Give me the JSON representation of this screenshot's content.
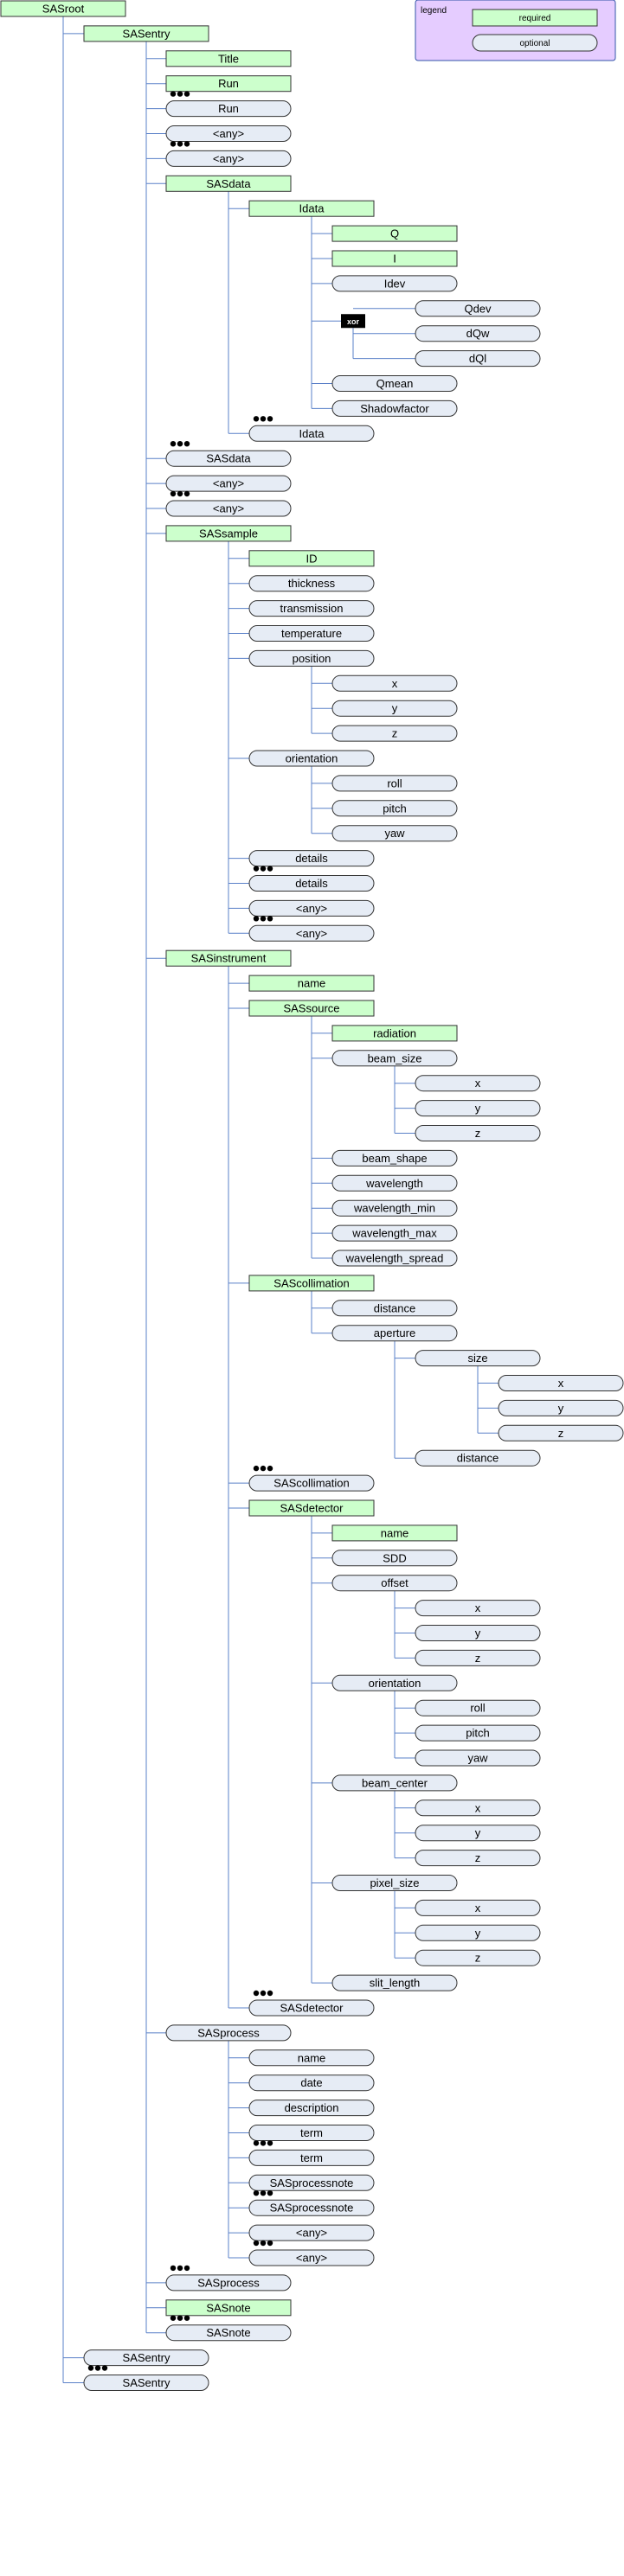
{
  "legend": {
    "title": "legend",
    "required_label": "required",
    "optional_label": "optional",
    "required_color": "#ccffcc",
    "optional_color": "#e6ecf5",
    "background_color": "#e5ccff",
    "line_color": "#5a80c8"
  },
  "xor_label": "xor",
  "nodes": [
    {
      "id": "sasroot",
      "label": "SASroot",
      "kind": "required",
      "level": 0,
      "row": 0
    },
    {
      "id": "sasentry",
      "label": "SASentry",
      "kind": "required",
      "level": 1,
      "row": 1
    },
    {
      "id": "title",
      "label": "Title",
      "kind": "required",
      "level": 2,
      "row": 2
    },
    {
      "id": "run-1",
      "label": "Run",
      "kind": "required",
      "level": 2,
      "row": 3
    },
    {
      "id": "run-2",
      "label": "Run",
      "kind": "optional",
      "level": 2,
      "row": 4,
      "dots": true
    },
    {
      "id": "any-1",
      "label": "<any>",
      "kind": "optional",
      "level": 2,
      "row": 5
    },
    {
      "id": "any-2",
      "label": "<any>",
      "kind": "optional",
      "level": 2,
      "row": 6,
      "dots": true
    },
    {
      "id": "sasdata",
      "label": "SASdata",
      "kind": "required",
      "level": 2,
      "row": 7
    },
    {
      "id": "idata",
      "label": "Idata",
      "kind": "required",
      "level": 3,
      "row": 8
    },
    {
      "id": "q",
      "label": "Q",
      "kind": "required",
      "level": 4,
      "row": 9
    },
    {
      "id": "i",
      "label": "I",
      "kind": "required",
      "level": 4,
      "row": 10
    },
    {
      "id": "idev",
      "label": "Idev",
      "kind": "optional",
      "level": 4,
      "row": 11
    },
    {
      "id": "qdev",
      "label": "Qdev",
      "kind": "optional",
      "level": 5,
      "row": 12
    },
    {
      "id": "dqw",
      "label": "dQw",
      "kind": "optional",
      "level": 5,
      "row": 13
    },
    {
      "id": "dql",
      "label": "dQl",
      "kind": "optional",
      "level": 5,
      "row": 14
    },
    {
      "id": "qmean",
      "label": "Qmean",
      "kind": "optional",
      "level": 4,
      "row": 15
    },
    {
      "id": "shadowfactor",
      "label": "Shadowfactor",
      "kind": "optional",
      "level": 4,
      "row": 16
    },
    {
      "id": "idata-2",
      "label": "Idata",
      "kind": "optional",
      "level": 3,
      "row": 17,
      "dots": true
    },
    {
      "id": "sasdata-2",
      "label": "SASdata",
      "kind": "optional",
      "level": 2,
      "row": 18,
      "dots": true
    },
    {
      "id": "any-3",
      "label": "<any>",
      "kind": "optional",
      "level": 2,
      "row": 19
    },
    {
      "id": "any-4",
      "label": "<any>",
      "kind": "optional",
      "level": 2,
      "row": 20,
      "dots": true
    },
    {
      "id": "sassample",
      "label": "SASsample",
      "kind": "required",
      "level": 2,
      "row": 21
    },
    {
      "id": "sample-id",
      "label": "ID",
      "kind": "required",
      "level": 3,
      "row": 22
    },
    {
      "id": "thickness",
      "label": "thickness",
      "kind": "optional",
      "level": 3,
      "row": 23
    },
    {
      "id": "transmission",
      "label": "transmission",
      "kind": "optional",
      "level": 3,
      "row": 24
    },
    {
      "id": "temperature",
      "label": "temperature",
      "kind": "optional",
      "level": 3,
      "row": 25
    },
    {
      "id": "position",
      "label": "position",
      "kind": "optional",
      "level": 3,
      "row": 26
    },
    {
      "id": "position-x",
      "label": "x",
      "kind": "optional",
      "level": 4,
      "row": 27
    },
    {
      "id": "position-y",
      "label": "y",
      "kind": "optional",
      "level": 4,
      "row": 28
    },
    {
      "id": "position-z",
      "label": "z",
      "kind": "optional",
      "level": 4,
      "row": 29
    },
    {
      "id": "orientation",
      "label": "orientation",
      "kind": "optional",
      "level": 3,
      "row": 30
    },
    {
      "id": "roll",
      "label": "roll",
      "kind": "optional",
      "level": 4,
      "row": 31
    },
    {
      "id": "pitch",
      "label": "pitch",
      "kind": "optional",
      "level": 4,
      "row": 32
    },
    {
      "id": "yaw",
      "label": "yaw",
      "kind": "optional",
      "level": 4,
      "row": 33
    },
    {
      "id": "details-1",
      "label": "details",
      "kind": "optional",
      "level": 3,
      "row": 34
    },
    {
      "id": "details-2",
      "label": "details",
      "kind": "optional",
      "level": 3,
      "row": 35,
      "dots": true
    },
    {
      "id": "sample-any-1",
      "label": "<any>",
      "kind": "optional",
      "level": 3,
      "row": 36
    },
    {
      "id": "sample-any-2",
      "label": "<any>",
      "kind": "optional",
      "level": 3,
      "row": 37,
      "dots": true
    },
    {
      "id": "sasinstrument",
      "label": "SASinstrument",
      "kind": "required",
      "level": 2,
      "row": 38
    },
    {
      "id": "instrument-name",
      "label": "name",
      "kind": "required",
      "level": 3,
      "row": 39
    },
    {
      "id": "sassource",
      "label": "SASsource",
      "kind": "required",
      "level": 3,
      "row": 40
    },
    {
      "id": "radiation",
      "label": "radiation",
      "kind": "required",
      "level": 4,
      "row": 41
    },
    {
      "id": "beam-size",
      "label": "beam_size",
      "kind": "optional",
      "level": 4,
      "row": 42
    },
    {
      "id": "beam-size-x",
      "label": "x",
      "kind": "optional",
      "level": 5,
      "row": 43
    },
    {
      "id": "beam-size-y",
      "label": "y",
      "kind": "optional",
      "level": 5,
      "row": 44
    },
    {
      "id": "beam-size-z",
      "label": "z",
      "kind": "optional",
      "level": 5,
      "row": 45
    },
    {
      "id": "beam-shape",
      "label": "beam_shape",
      "kind": "optional",
      "level": 4,
      "row": 46
    },
    {
      "id": "wavelength",
      "label": "wavelength",
      "kind": "optional",
      "level": 4,
      "row": 47
    },
    {
      "id": "wavelength-min",
      "label": "wavelength_min",
      "kind": "optional",
      "level": 4,
      "row": 48
    },
    {
      "id": "wavelength-max",
      "label": "wavelength_max",
      "kind": "optional",
      "level": 4,
      "row": 49
    },
    {
      "id": "wavelength-spread",
      "label": "wavelength_spread",
      "kind": "optional",
      "level": 4,
      "row": 50
    },
    {
      "id": "sascollimation",
      "label": "SAScollimation",
      "kind": "required",
      "level": 3,
      "row": 51
    },
    {
      "id": "coll-distance",
      "label": "distance",
      "kind": "optional",
      "level": 4,
      "row": 52
    },
    {
      "id": "aperture",
      "label": "aperture",
      "kind": "optional",
      "level": 4,
      "row": 53
    },
    {
      "id": "size",
      "label": "size",
      "kind": "optional",
      "level": 5,
      "row": 54
    },
    {
      "id": "size-x",
      "label": "x",
      "kind": "optional",
      "level": 6,
      "row": 55
    },
    {
      "id": "size-y",
      "label": "y",
      "kind": "optional",
      "level": 6,
      "row": 56
    },
    {
      "id": "size-z",
      "label": "z",
      "kind": "optional",
      "level": 6,
      "row": 57
    },
    {
      "id": "aperture-distance",
      "label": "distance",
      "kind": "optional",
      "level": 5,
      "row": 58
    },
    {
      "id": "sascollimation-2",
      "label": "SAScollimation",
      "kind": "optional",
      "level": 3,
      "row": 59,
      "dots": true
    },
    {
      "id": "sasdetector",
      "label": "SASdetector",
      "kind": "required",
      "level": 3,
      "row": 60
    },
    {
      "id": "detector-name",
      "label": "name",
      "kind": "required",
      "level": 4,
      "row": 61
    },
    {
      "id": "sdd",
      "label": "SDD",
      "kind": "optional",
      "level": 4,
      "row": 62
    },
    {
      "id": "offset",
      "label": "offset",
      "kind": "optional",
      "level": 4,
      "row": 63
    },
    {
      "id": "offset-x",
      "label": "x",
      "kind": "optional",
      "level": 5,
      "row": 64
    },
    {
      "id": "offset-y",
      "label": "y",
      "kind": "optional",
      "level": 5,
      "row": 65
    },
    {
      "id": "offset-z",
      "label": "z",
      "kind": "optional",
      "level": 5,
      "row": 66
    },
    {
      "id": "det-orientation",
      "label": "orientation",
      "kind": "optional",
      "level": 4,
      "row": 67
    },
    {
      "id": "det-roll",
      "label": "roll",
      "kind": "optional",
      "level": 5,
      "row": 68
    },
    {
      "id": "det-pitch",
      "label": "pitch",
      "kind": "optional",
      "level": 5,
      "row": 69
    },
    {
      "id": "det-yaw",
      "label": "yaw",
      "kind": "optional",
      "level": 5,
      "row": 70
    },
    {
      "id": "beam-center",
      "label": "beam_center",
      "kind": "optional",
      "level": 4,
      "row": 71
    },
    {
      "id": "beam-center-x",
      "label": "x",
      "kind": "optional",
      "level": 5,
      "row": 72
    },
    {
      "id": "beam-center-y",
      "label": "y",
      "kind": "optional",
      "level": 5,
      "row": 73
    },
    {
      "id": "beam-center-z",
      "label": "z",
      "kind": "optional",
      "level": 5,
      "row": 74
    },
    {
      "id": "pixel-size",
      "label": "pixel_size",
      "kind": "optional",
      "level": 4,
      "row": 75
    },
    {
      "id": "pixel-size-x",
      "label": "x",
      "kind": "optional",
      "level": 5,
      "row": 76
    },
    {
      "id": "pixel-size-y",
      "label": "y",
      "kind": "optional",
      "level": 5,
      "row": 77
    },
    {
      "id": "pixel-size-z",
      "label": "z",
      "kind": "optional",
      "level": 5,
      "row": 78
    },
    {
      "id": "slit-length",
      "label": "slit_length",
      "kind": "optional",
      "level": 4,
      "row": 79
    },
    {
      "id": "sasdetector-2",
      "label": "SASdetector",
      "kind": "optional",
      "level": 3,
      "row": 80,
      "dots": true
    },
    {
      "id": "sasprocess",
      "label": "SASprocess",
      "kind": "optional",
      "level": 2,
      "row": 81
    },
    {
      "id": "process-name",
      "label": "name",
      "kind": "optional",
      "level": 3,
      "row": 82
    },
    {
      "id": "process-date",
      "label": "date",
      "kind": "optional",
      "level": 3,
      "row": 83
    },
    {
      "id": "description",
      "label": "description",
      "kind": "optional",
      "level": 3,
      "row": 84
    },
    {
      "id": "term-1",
      "label": "term",
      "kind": "optional",
      "level": 3,
      "row": 85
    },
    {
      "id": "term-2",
      "label": "term",
      "kind": "optional",
      "level": 3,
      "row": 86,
      "dots": true
    },
    {
      "id": "sasprocessnote-1",
      "label": "SASprocessnote",
      "kind": "optional",
      "level": 3,
      "row": 87
    },
    {
      "id": "sasprocessnote-2",
      "label": "SASprocessnote",
      "kind": "optional",
      "level": 3,
      "row": 88,
      "dots": true
    },
    {
      "id": "process-any-1",
      "label": "<any>",
      "kind": "optional",
      "level": 3,
      "row": 89
    },
    {
      "id": "process-any-2",
      "label": "<any>",
      "kind": "optional",
      "level": 3,
      "row": 90,
      "dots": true
    },
    {
      "id": "sasprocess-2",
      "label": "SASprocess",
      "kind": "optional",
      "level": 2,
      "row": 91,
      "dots": true
    },
    {
      "id": "sasnote-1",
      "label": "SASnote",
      "kind": "required",
      "level": 2,
      "row": 92
    },
    {
      "id": "sasnote-2",
      "label": "SASnote",
      "kind": "optional",
      "level": 2,
      "row": 93,
      "dots": true
    },
    {
      "id": "sasentry-2",
      "label": "SASentry",
      "kind": "optional",
      "level": 1,
      "row": 94
    },
    {
      "id": "sasentry-3",
      "label": "SASentry",
      "kind": "optional",
      "level": 1,
      "row": 95,
      "dots": true
    }
  ],
  "edges": [
    {
      "parent": "sasroot",
      "children": [
        "sasentry",
        "sasentry-2",
        "sasentry-3"
      ]
    },
    {
      "parent": "sasentry",
      "children": [
        "title",
        "run-1",
        "run-2",
        "any-1",
        "any-2",
        "sasdata",
        "sasdata-2",
        "any-3",
        "any-4",
        "sassample",
        "sasinstrument",
        "sasprocess",
        "sasprocess-2",
        "sasnote-1",
        "sasnote-2"
      ]
    },
    {
      "parent": "sasdata",
      "children": [
        "idata",
        "idata-2"
      ]
    },
    {
      "parent": "idata",
      "children": [
        "q",
        "i",
        "idev",
        "xor",
        "qmean",
        "shadowfactor"
      ]
    },
    {
      "parent": "xor",
      "children": [
        "qdev",
        "dqw",
        "dql"
      ]
    },
    {
      "parent": "sassample",
      "children": [
        "sample-id",
        "thickness",
        "transmission",
        "temperature",
        "position",
        "orientation",
        "details-1",
        "details-2",
        "sample-any-1",
        "sample-any-2"
      ]
    },
    {
      "parent": "position",
      "children": [
        "position-x",
        "position-y",
        "position-z"
      ]
    },
    {
      "parent": "orientation",
      "children": [
        "roll",
        "pitch",
        "yaw"
      ]
    },
    {
      "parent": "sasinstrument",
      "children": [
        "instrument-name",
        "sassource",
        "sascollimation",
        "sascollimation-2",
        "sasdetector",
        "sasdetector-2"
      ]
    },
    {
      "parent": "sassource",
      "children": [
        "radiation",
        "beam-size",
        "beam-shape",
        "wavelength",
        "wavelength-min",
        "wavelength-max",
        "wavelength-spread"
      ]
    },
    {
      "parent": "beam-size",
      "children": [
        "beam-size-x",
        "beam-size-y",
        "beam-size-z"
      ]
    },
    {
      "parent": "sascollimation",
      "children": [
        "coll-distance",
        "aperture"
      ]
    },
    {
      "parent": "aperture",
      "children": [
        "size",
        "aperture-distance"
      ]
    },
    {
      "parent": "size",
      "children": [
        "size-x",
        "size-y",
        "size-z"
      ]
    },
    {
      "parent": "sasdetector",
      "children": [
        "detector-name",
        "sdd",
        "offset",
        "det-orientation",
        "beam-center",
        "pixel-size",
        "slit-length"
      ]
    },
    {
      "parent": "offset",
      "children": [
        "offset-x",
        "offset-y",
        "offset-z"
      ]
    },
    {
      "parent": "det-orientation",
      "children": [
        "det-roll",
        "det-pitch",
        "det-yaw"
      ]
    },
    {
      "parent": "beam-center",
      "children": [
        "beam-center-x",
        "beam-center-y",
        "beam-center-z"
      ]
    },
    {
      "parent": "pixel-size",
      "children": [
        "pixel-size-x",
        "pixel-size-y",
        "pixel-size-z"
      ]
    },
    {
      "parent": "sasprocess",
      "children": [
        "process-name",
        "process-date",
        "description",
        "term-1",
        "term-2",
        "sasprocessnote-1",
        "sasprocessnote-2",
        "process-any-1",
        "process-any-2"
      ]
    }
  ]
}
